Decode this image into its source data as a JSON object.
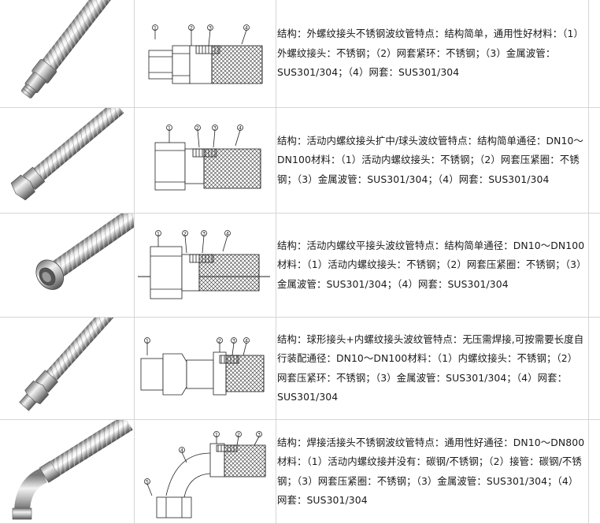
{
  "rows": [
    {
      "desc": "结构：外螺纹接头不锈钢波纹管特点：结构简单，通用性好材料：（1）外螺纹接头：不锈钢；（2）网套紧环：不锈钢；（3）金属波管：SUS301/304；（4）网套：SUS301/304",
      "callouts": [
        "1",
        "2",
        "3",
        "4"
      ]
    },
    {
      "desc": "结构：活动内螺纹接头扩中/球头波纹管特点：结构简单通径：DN10～DN100材料：（1）活动内螺纹接头：不锈钢；（2）网套压紧圈：不锈钢；（3）金属波管：SUS301/304；（4）网套：SUS301/304",
      "callouts": [
        "1",
        "2",
        "3",
        "4"
      ]
    },
    {
      "desc": "结构：活动内螺纹平接头波纹管特点：结构简单通径：DN10～DN100材料：（1）活动内螺纹接头：不锈钢；（2）网套压紧圈：不锈钢；（3）金属波管：SUS301/304；（4）网套：SUS301/304",
      "callouts": [
        "1",
        "2",
        "3",
        "4"
      ]
    },
    {
      "desc": "结构：球形接头+内螺纹接头波纹管特点：无压需焊接,可按需要长度自行装配通径：DN10～DN100材料：（1）内螺纹接头：不锈钢；（2）网套压紧环：不锈钢；（3）金属波管：SUS301/304；（4）网套：SUS301/304",
      "callouts": [
        "1",
        "2",
        "3",
        "4"
      ]
    },
    {
      "desc": "结构：焊接活接头不锈钢波纹管特点：通用性好通径：DN10～DN800材料：（1）活动内螺纹接并没有：碳钢/不锈钢；（2）接管：碳钢/不锈钢；（3）网套压紧圈：不锈钢；（3）金属波管：SUS301/304；（4）网套：SUS301/304",
      "callouts": [
        "1",
        "2",
        "3",
        "4",
        "5"
      ]
    }
  ]
}
